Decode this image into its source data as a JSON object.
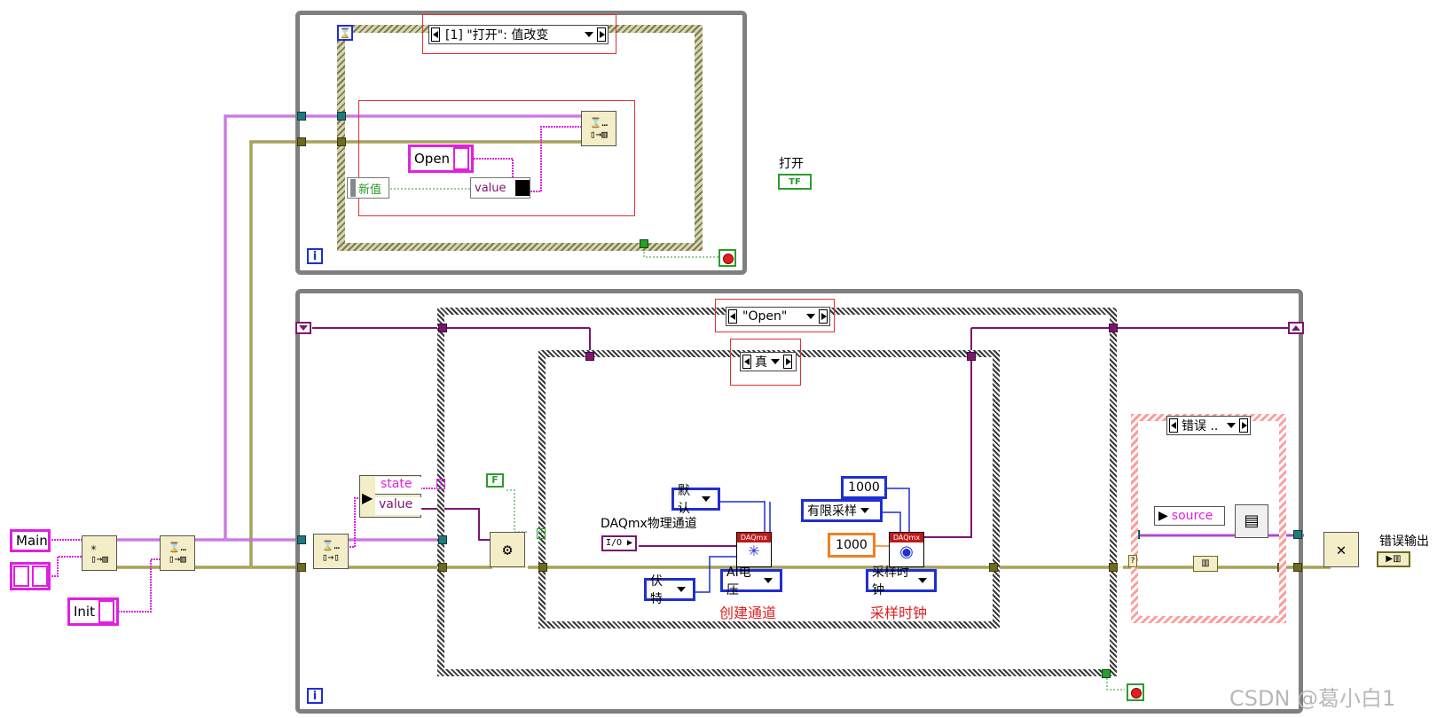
{
  "top_loop": {
    "event_selector_label": "[1] \"打开\": 值改变",
    "open_constant": "Open",
    "new_value_label": "新值",
    "value_label": "value",
    "iteration_label": "i"
  },
  "indicator": {
    "label": "打开",
    "terminal_text": "TF"
  },
  "bottom_loop": {
    "case_selector_label": "\"Open\"",
    "inner_case_label": "真",
    "error_case_label": "错误 ..",
    "unbundle_state": "state",
    "unbundle_value": "value",
    "false_constant": "F",
    "question_mark": "?",
    "iteration_label": "i",
    "source_label": "source"
  },
  "daqmx": {
    "physical_channel_label": "DAQmx物理通道",
    "io_terminal": "I/O",
    "default_enum": "默认",
    "volts_enum": "伏特",
    "ai_voltage_enum": "AI电压",
    "create_channel_label": "创建通道",
    "rate_constant": "1000",
    "samples_constant": "1000",
    "finite_samples_enum": "有限采样",
    "sample_clock_enum": "采样时钟",
    "sample_clock_label": "采样时钟",
    "vi_header": "DAQmx"
  },
  "left_inputs": {
    "main_constant": "Main",
    "init_constant": "Init"
  },
  "error_out": {
    "label": "错误输出"
  },
  "watermark": "CSDN @葛小白1",
  "colors": {
    "pink_wire": "#e020e0",
    "error_wire": "#d4cc3a",
    "purple_wire": "#7a1670",
    "blue_const": "#1f2fd0",
    "orange_const": "#f08020",
    "highlight_red": "#e03030"
  }
}
